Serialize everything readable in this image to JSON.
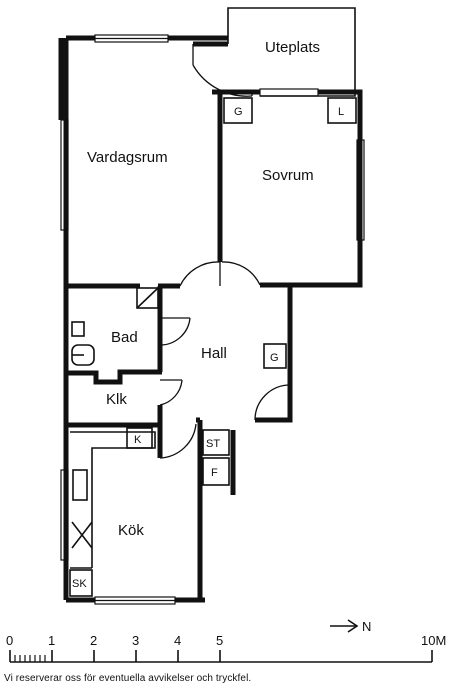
{
  "rooms": {
    "uteplats": "Uteplats",
    "vardagsrum": "Vardagsrum",
    "sovrum": "Sovrum",
    "bad": "Bad",
    "hall": "Hall",
    "klk": "Klk",
    "kok": "Kök"
  },
  "fixtures": {
    "g_sovrum": "G",
    "l_sovrum": "L",
    "g_hall": "G",
    "st": "ST",
    "f": "F",
    "k": "K",
    "sk": "SK"
  },
  "scale": {
    "ticks": [
      "0",
      "1",
      "2",
      "3",
      "4",
      "5",
      "10M"
    ],
    "north": "N"
  },
  "disclaimer": "Vi reserverar oss för eventuella avvikelser och tryckfel."
}
